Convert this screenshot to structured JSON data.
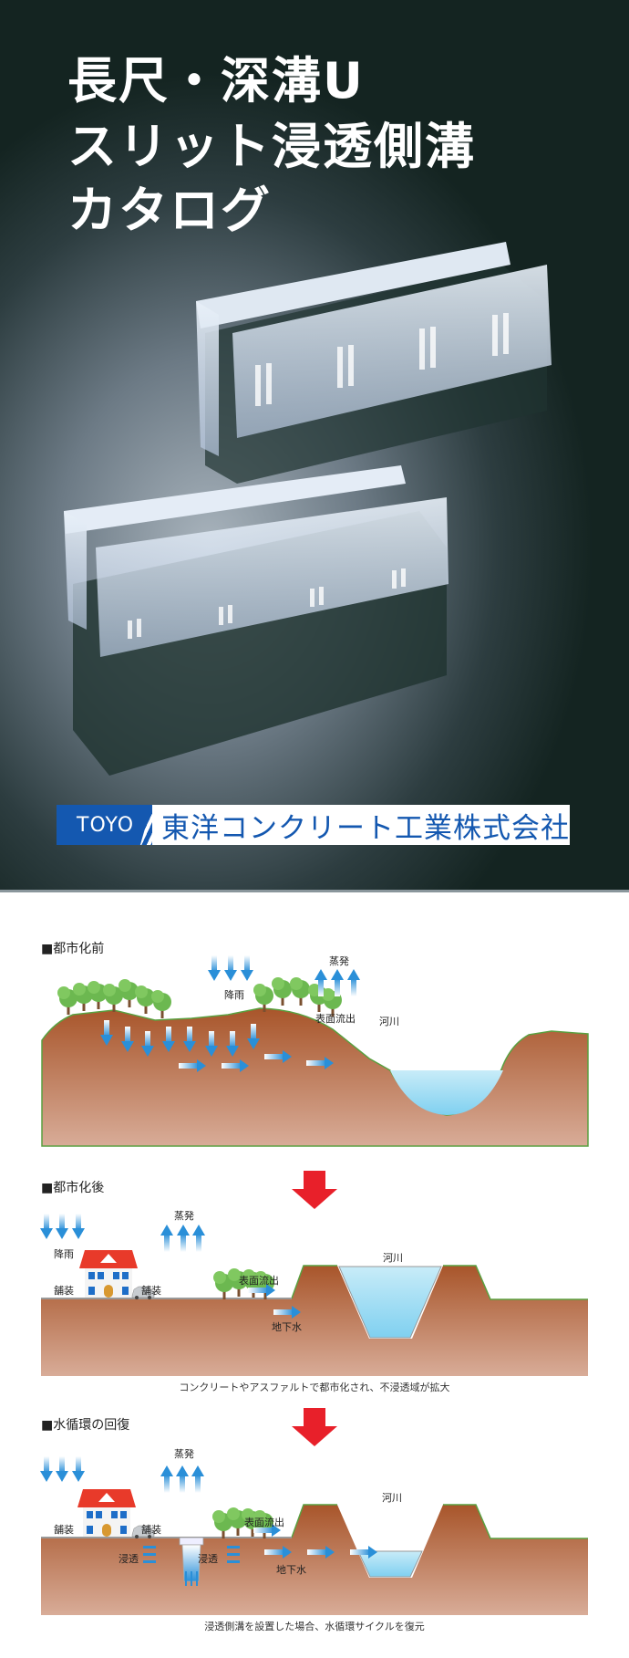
{
  "cover": {
    "title_lines": [
      "長尺・深溝U",
      "スリット浸透側溝",
      "カタログ"
    ],
    "logo_mark": "TOYO",
    "company_name": "東洋コンクリート工業株式会社"
  },
  "diagrams": [
    {
      "heading": "■都市化前",
      "labels": {
        "rain": "降雨",
        "evaporation": "蒸発",
        "surface_runoff": "表面流出",
        "river": "河川"
      }
    },
    {
      "heading": "■都市化後",
      "labels": {
        "rain": "降雨",
        "evaporation": "蒸発",
        "surface_runoff": "表面流出",
        "river": "河川",
        "paving_left": "舗装",
        "paving_right": "舗装",
        "groundwater": "地下水"
      },
      "caption": "コンクリートやアスファルトで都市化され、不浸透域が拡大"
    },
    {
      "heading": "■水循環の回復",
      "labels": {
        "evaporation": "蒸発",
        "surface_runoff": "表面流出",
        "river": "河川",
        "paving_left": "舗装",
        "paving_right": "舗装",
        "groundwater": "地下水",
        "infiltration_left": "浸透",
        "infiltration_right": "浸透"
      },
      "caption": "浸透側溝を設置した場合、水循環サイクルを復元"
    }
  ],
  "colors": {
    "soil": "#a85a30",
    "water": "#a8def2",
    "arrow_blue": "#2a8fd8",
    "red_arrow": "#e8202a",
    "brand_blue": "#1458b0"
  }
}
